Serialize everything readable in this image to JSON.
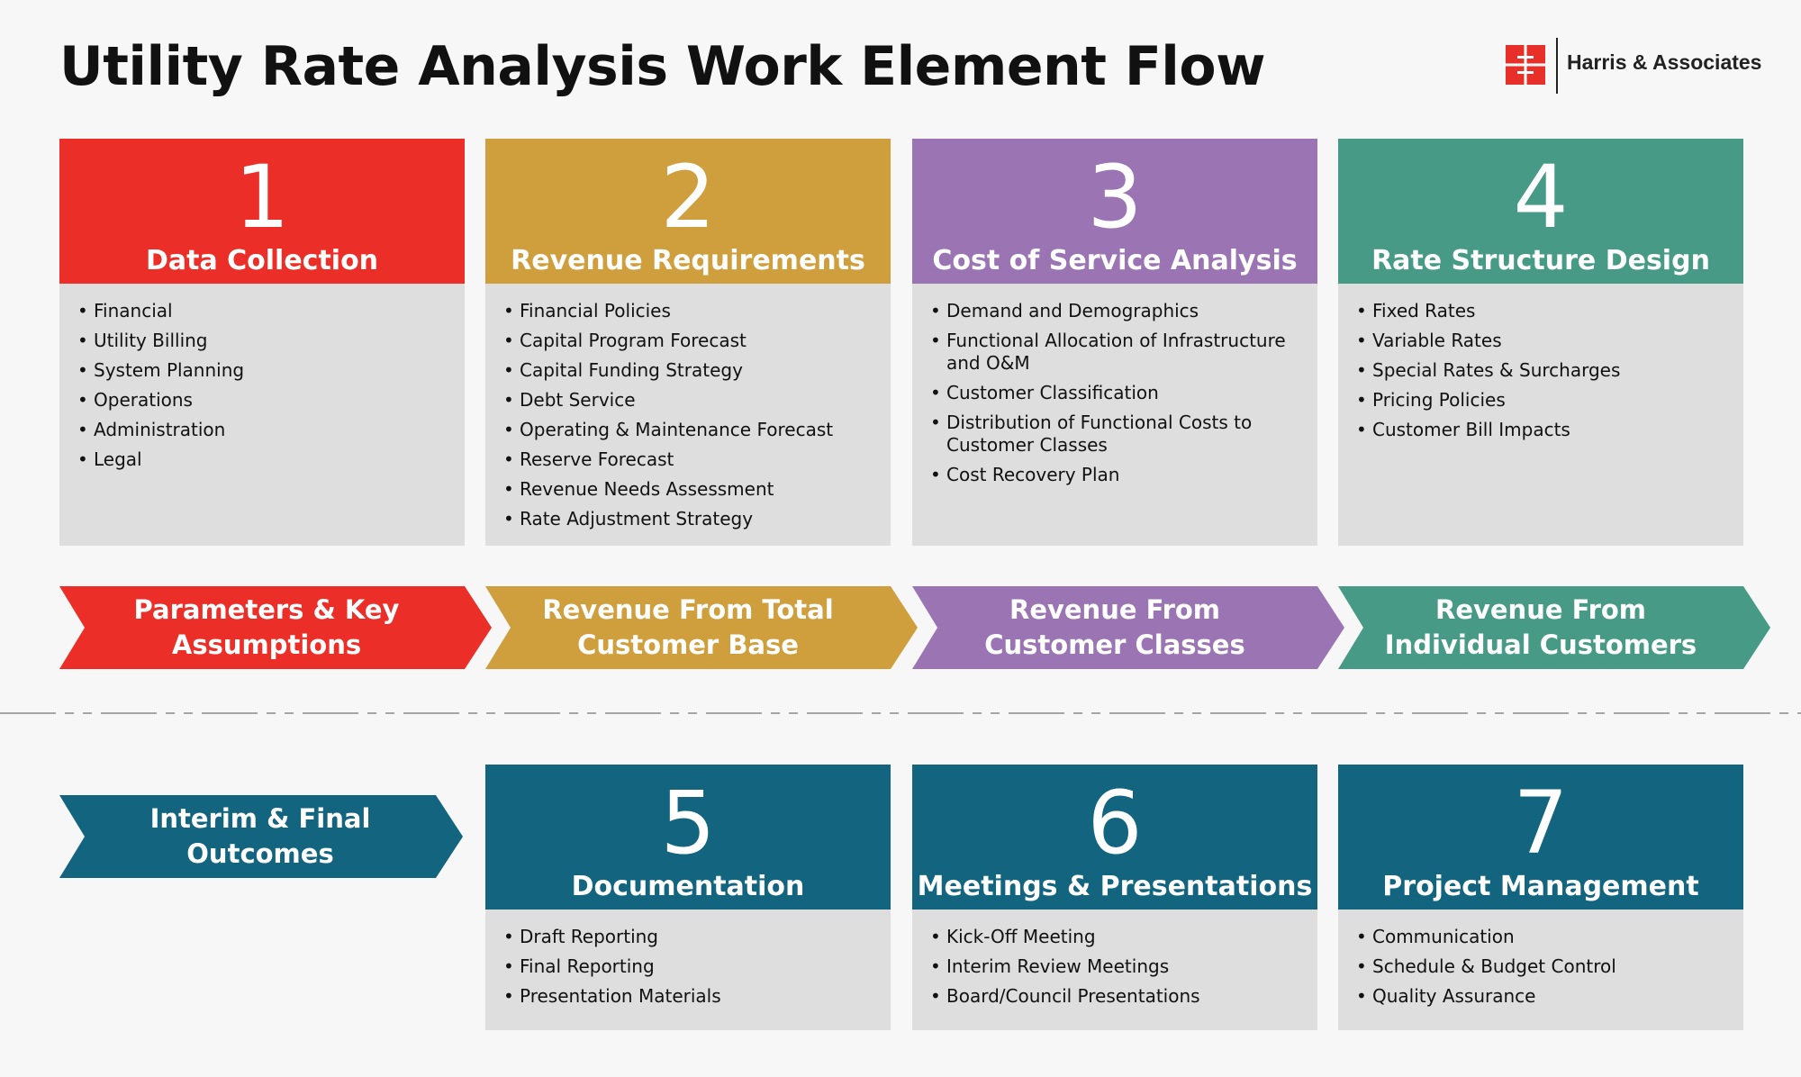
{
  "page": {
    "title": "Utility Rate Analysis Work Element Flow"
  },
  "logo": {
    "name": "Harris & Associates",
    "color": "#e8302a"
  },
  "colors": {
    "red": "#ec2e28",
    "gold": "#cf9f3e",
    "purple": "#9b75b3",
    "green": "#479a85",
    "blue": "#12647f",
    "card_body": "#dedede"
  },
  "cards": [
    {
      "number": "1",
      "title": "Data Collection",
      "items": [
        "Financial",
        "Utility Billing",
        "System Planning",
        "Operations",
        "Administration",
        "Legal"
      ]
    },
    {
      "number": "2",
      "title": "Revenue Requirements",
      "items": [
        "Financial Policies",
        "Capital Program Forecast",
        "Capital Funding Strategy",
        "Debt Service",
        "Operating & Maintenance Forecast",
        "Reserve Forecast",
        "Revenue Needs Assessment",
        "Rate Adjustment Strategy"
      ]
    },
    {
      "number": "3",
      "title": "Cost of Service Analysis",
      "items": [
        "Demand and Demographics",
        "Functional Allocation of Infrastructure and O&M",
        "Customer Classification",
        "Distribution of Functional Costs to Customer Classes",
        "Cost Recovery Plan"
      ]
    },
    {
      "number": "4",
      "title": "Rate Structure Design",
      "items": [
        "Fixed Rates",
        "Variable Rates",
        "Special Rates & Surcharges",
        "Pricing Policies",
        "Customer Bill Impacts"
      ]
    },
    {
      "number": "5",
      "title": "Documentation",
      "items": [
        "Draft Reporting",
        "Final Reporting",
        "Presentation Materials"
      ]
    },
    {
      "number": "6",
      "title": "Meetings & Presentations",
      "items": [
        "Kick-Off Meeting",
        "Interim Review Meetings",
        "Board/Council Presentations"
      ]
    },
    {
      "number": "7",
      "title": "Project Management",
      "items": [
        "Communication",
        "Schedule & Budget Control",
        "Quality Assurance"
      ]
    }
  ],
  "arrows": [
    {
      "label": "Parameters & Key Assumptions"
    },
    {
      "label": "Revenue From Total Customer Base"
    },
    {
      "label": "Revenue From Customer Classes"
    },
    {
      "label": "Revenue From Individual Customers"
    },
    {
      "label": "Interim & Final Outcomes"
    }
  ]
}
